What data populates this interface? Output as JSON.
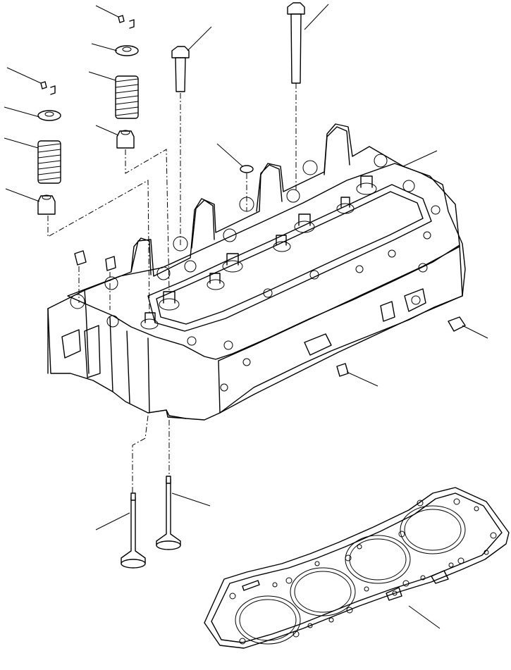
{
  "diagram": {
    "parts": [
      {
        "name": "cylinder-head",
        "label": ""
      },
      {
        "name": "cylinder-head-gasket",
        "label": ""
      },
      {
        "name": "intake-valve",
        "label": ""
      },
      {
        "name": "exhaust-valve",
        "label": ""
      },
      {
        "name": "valve-spring",
        "label": ""
      },
      {
        "name": "spring-retainer",
        "label": ""
      },
      {
        "name": "valve-keeper",
        "label": ""
      },
      {
        "name": "valve-stem-seal",
        "label": ""
      },
      {
        "name": "head-bolt-short",
        "label": ""
      },
      {
        "name": "head-bolt-long",
        "label": ""
      },
      {
        "name": "dowel-sleeve",
        "label": ""
      },
      {
        "name": "plug",
        "label": ""
      }
    ]
  }
}
